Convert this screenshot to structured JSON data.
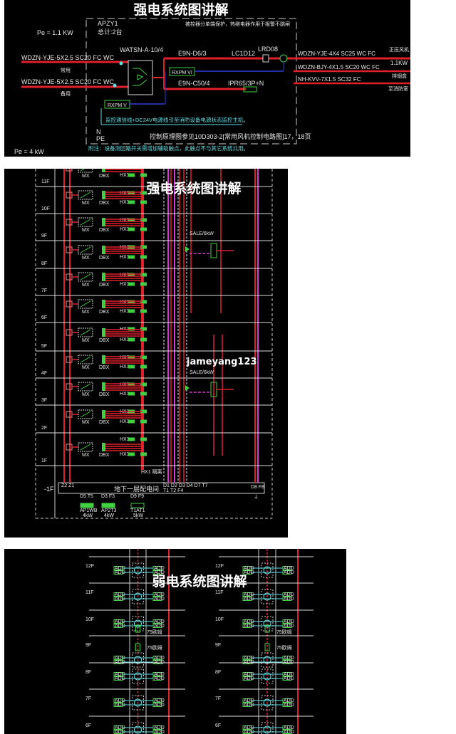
{
  "panel_strong_power": {
    "title": "强电系统图讲解",
    "pe": "Pe = 1.1 KW",
    "box_name": "APZY1",
    "box_total": "总计:2台",
    "top_note": "被控器分单端保护，热继电器作用于报警不跳闸",
    "ats": "WATSN-A-10/4",
    "inputs": [
      {
        "cable": "WDZN-YJE-5X2.5 SC20 FC WC",
        "role": "常用"
      },
      {
        "cable": "WDZN-YJE-5X2.5 SC20 FC WC",
        "role": "备用"
      }
    ],
    "breaker1": "E9N-D6/3",
    "contactor": "LC1D12",
    "relay": "LRD08",
    "rxpm_vi": "RXPM VI",
    "breaker2": "E9N-C50/4",
    "socket": "IPR65/3P+N",
    "rxpm_v": "RXPM V",
    "outputs": [
      {
        "cable": "WDZN-YJE-4X4 SC25 WC FC",
        "dest": "正压风机",
        "extra": "1.1KW"
      },
      {
        "cable": "WDZN-BJY-4X1.5 SC20 WC FC",
        "dest": "排烟盒"
      },
      {
        "cable": "NH-KVV-7X1.5 SC32 FC",
        "dest": "至消防室"
      }
    ],
    "monitor_note": "监控通信线+DC24V电源线引至消防设备电源状态监控主机。",
    "n_label": "N",
    "pe_label": "PE",
    "control_note": "控制原理图参见10D303-2[常用风机控制电路图]17，18页",
    "footnote": "附注：设备测回路开关需增加辅助触点，此触点不与其它系统共用。",
    "cut_text": "Pe = 4 kW"
  },
  "panel_riser": {
    "title": "强电系统图讲解",
    "watermark": "jameyang123",
    "floors": [
      "11F",
      "10F",
      "9F",
      "8F",
      "7F",
      "6F",
      "5F",
      "4F",
      "3F",
      "2F",
      "1F"
    ],
    "basement_floor": "-1F",
    "mx_label": "MX",
    "dbx_label": "DBX",
    "hx_label": "HX1",
    "fan_label": "SALE/6kW",
    "basement_room": "地下一层配电间",
    "bus_left": "Z2 Z1",
    "bus_mid_top": "D1 D2 D3 D4 D7 T7",
    "bus_mid_bottom": "T1 T2 F4",
    "bus_right": "D8 F8",
    "feeders": [
      {
        "code": "D5 T5",
        "box": "AP1WB",
        "power": "4kW"
      },
      {
        "code": "D3 F3",
        "box": "AP2T3",
        "power": "4kW"
      },
      {
        "code": "D9 F9",
        "box": "T1AT1",
        "power": "5kW"
      }
    ],
    "hx_bottom": "HX1 隔离"
  },
  "panel_weak_power": {
    "title": "弱电系统图讲解",
    "floors": [
      "12F",
      "11F",
      "10F",
      "9F",
      "8F",
      "7F",
      "6F"
    ],
    "add_label": "ADD",
    "amp_label": "75欧姆"
  },
  "colors": {
    "background": "#000000",
    "power_line": "#e0202a",
    "device": "#3fd13f",
    "bus": "#d23cd2",
    "signal": "#2f3fd8",
    "annotation": "#5fe0e6"
  }
}
